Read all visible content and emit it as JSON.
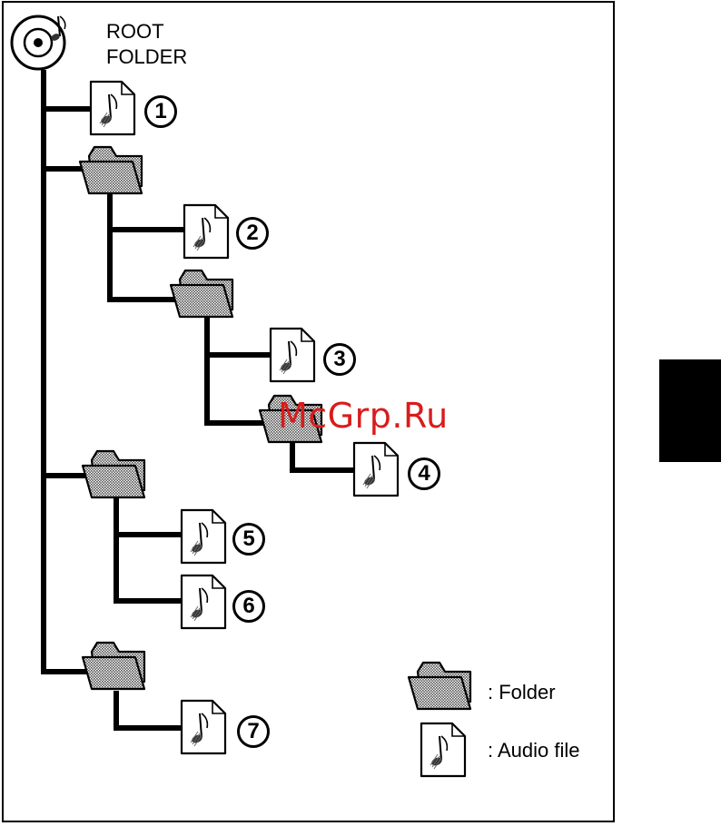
{
  "root": {
    "line1": "ROOT",
    "line2": "FOLDER",
    "icon": "disc-icon"
  },
  "files": [
    {
      "number": "1"
    },
    {
      "number": "2"
    },
    {
      "number": "3"
    },
    {
      "number": "4"
    },
    {
      "number": "5"
    },
    {
      "number": "6"
    },
    {
      "number": "7"
    }
  ],
  "legend": {
    "folder_label": ":  Folder",
    "audio_label": ":  Audio file"
  },
  "watermark": "McGrp.Ru",
  "colors": {
    "line": "#000000",
    "folder_fill": "#c8c8c8",
    "watermark": "#d91c1c"
  }
}
